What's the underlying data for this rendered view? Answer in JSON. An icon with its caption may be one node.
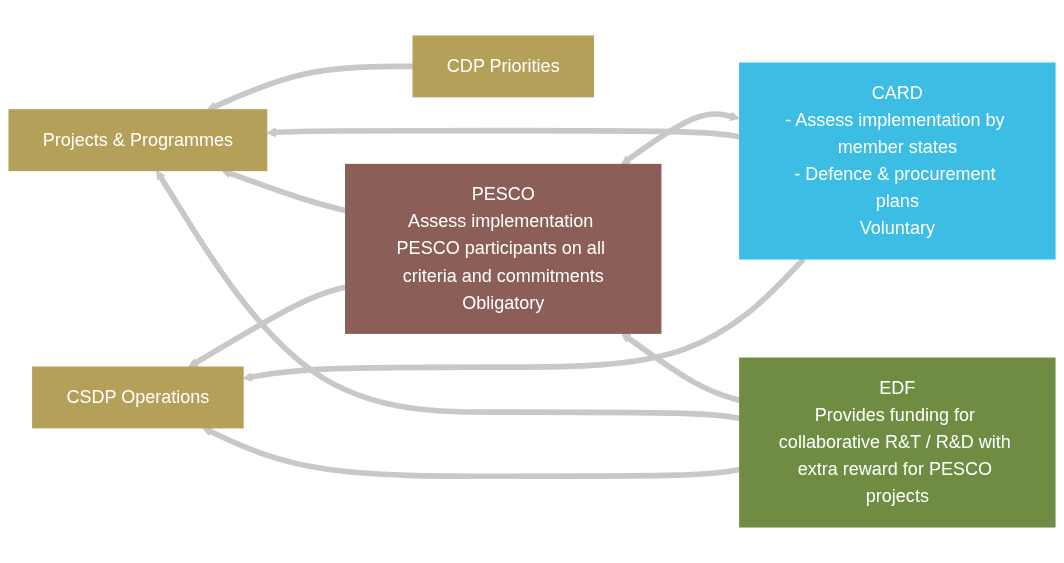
{
  "diagram": {
    "nodes": [
      {
        "text": [
          "CDP Priorities"
        ]
      },
      {
        "text": [
          "Projects & Programmes"
        ]
      },
      {
        "text": [
          "CSDP Operations"
        ]
      },
      {
        "text": [
          "CARD",
          "- Assess implementation by member states",
          "- Defence & procurement plans",
          "Voluntary"
        ]
      },
      {
        "text": [
          "PESCO",
          "Assess implementation PESCO participants on all criteria and commitments",
          "Obligatory"
        ]
      },
      {
        "text": [
          "EDF",
          "Provides funding for collaborative R&T / R&D with extra reward for PESCO projects"
        ]
      }
    ],
    "edges": [
      {
        "from": 0,
        "to": 1,
        "arrow": "to"
      },
      {
        "from": 3,
        "to": 4,
        "arrow": "both"
      },
      {
        "from": 5,
        "to": 4,
        "arrow": "to"
      },
      {
        "from": 3,
        "to": 1,
        "arrow": "to"
      },
      {
        "from": 4,
        "to": 1,
        "arrow": "to"
      },
      {
        "from": 5,
        "to": 1,
        "arrow": "to"
      },
      {
        "from": 3,
        "to": 2,
        "arrow": "to"
      },
      {
        "from": 4,
        "to": 2,
        "arrow": "to"
      },
      {
        "from": 5,
        "to": 2,
        "arrow": "to"
      }
    ]
  }
}
